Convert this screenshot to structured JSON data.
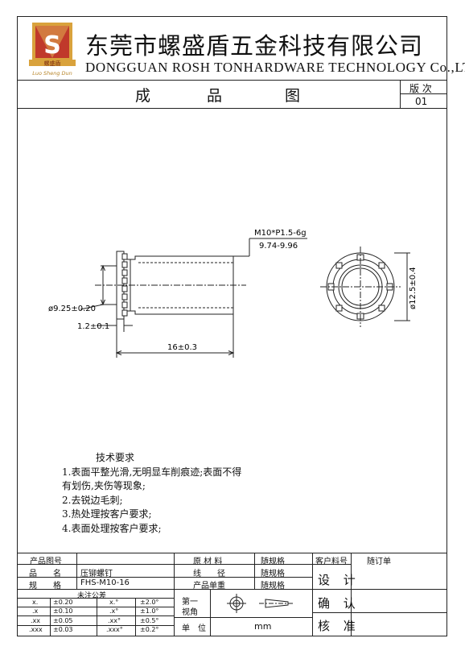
{
  "company": {
    "name_cn": "东莞市螺盛盾五金科技有限公司",
    "name_en": "DONGGUAN ROSH TONHARDWARE TECHNOLOGY Co.,LTD",
    "logo_text": "螺盛盾",
    "logo_pinyin": "Luo Sheng Dun",
    "logo_letter": "S"
  },
  "sheet_title": {
    "c1": "成",
    "c2": "品",
    "c3": "图"
  },
  "version": {
    "label": "版 次",
    "value": "01"
  },
  "drawing": {
    "thread": "M10*P1.5-6g",
    "thread_range": "9.74-9.96",
    "flange_dia": "ø9.25±0.20",
    "flange_thk": "1.2±0.1",
    "length": "16±0.3",
    "outer_dia": "ø12.5±0.4"
  },
  "notes": {
    "title": "技术要求",
    "l1": "1.表面平整光滑,无明显车削痕迹;表面不得",
    "l2": "有划伤,夹伤等现象;",
    "l3": "2.去锐边毛刺;",
    "l4": "3.热处理按客户要求;",
    "l5": "4.表面处理按客户要求;"
  },
  "table": {
    "product_no_label": "产品图号",
    "name_label": "品　　名",
    "name_value": "压铆螺钉",
    "spec_label": "规　　格",
    "spec_value": "FHS-M10-16",
    "tol_label": "未注公差",
    "material_label": "原 材 料",
    "material_value": "随规格",
    "wire_label": "线　　径",
    "wire_value": "随规格",
    "weight_label": "产品单重",
    "weight_value": "随规格",
    "customer_label": "客户料号",
    "customer_value": "随订单",
    "design": "设 计",
    "confirm": "确 认",
    "approve": "核 准",
    "view_label1": "第一",
    "view_label2": "视角",
    "unit_label": "单　位",
    "unit_value": "mm",
    "tol": [
      {
        "a": "x.",
        "b": "±0.20",
        "c": "x.°",
        "d": "±2.0°"
      },
      {
        "a": ".x",
        "b": "±0.10",
        "c": ".x°",
        "d": "±1.0°"
      },
      {
        "a": ".xx",
        "b": "±0.05",
        "c": ".xx°",
        "d": "±0.5°"
      },
      {
        "a": ".xxx",
        "b": "±0.03",
        "c": ".xxx°",
        "d": "±0.2°"
      }
    ]
  }
}
